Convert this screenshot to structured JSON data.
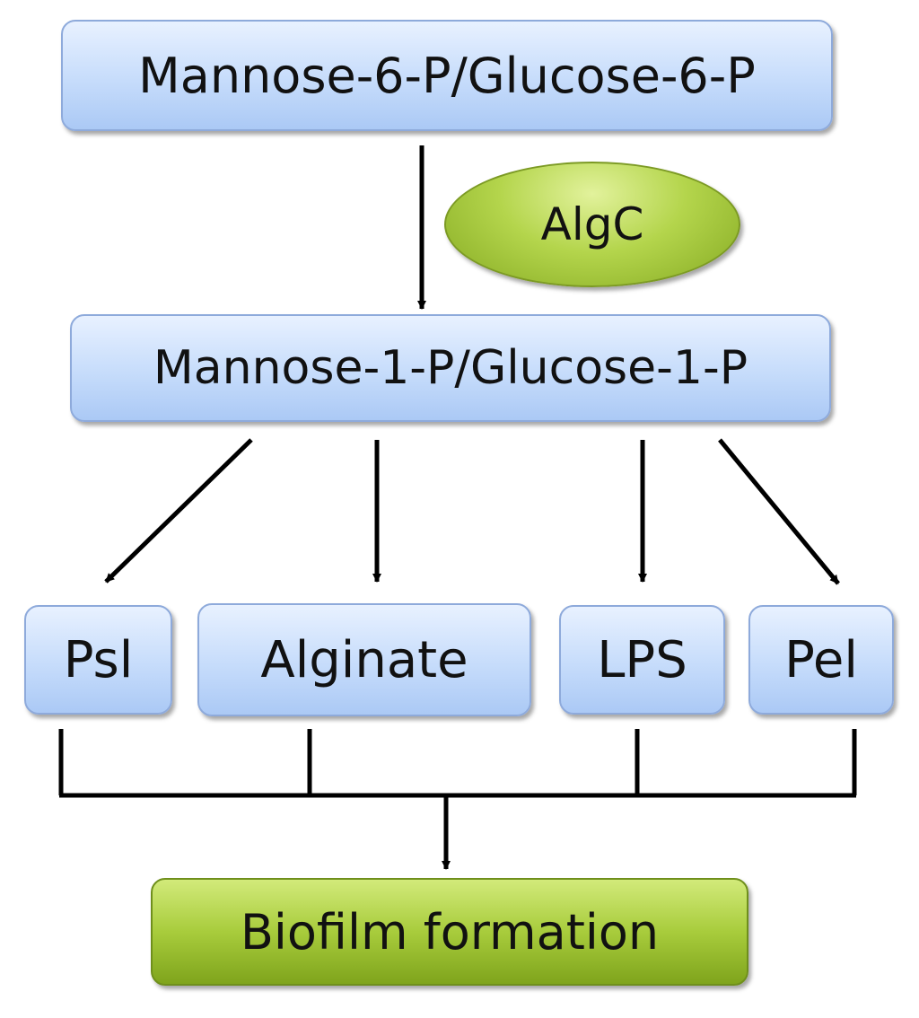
{
  "nodes": {
    "top": "Mannose-6-P/Glucose-6-P",
    "enzyme": "AlgC",
    "middle": "Mannose-1-P/Glucose-1-P",
    "psl": "Psl",
    "alginate": "Alginate",
    "lps": "LPS",
    "pel": "Pel",
    "result": "Biofilm formation"
  },
  "colors": {
    "node_fill": "#c6dcfb",
    "node_border": "#8eaadb",
    "green_fill": "#a8cc3c",
    "arrow": "#000000"
  }
}
